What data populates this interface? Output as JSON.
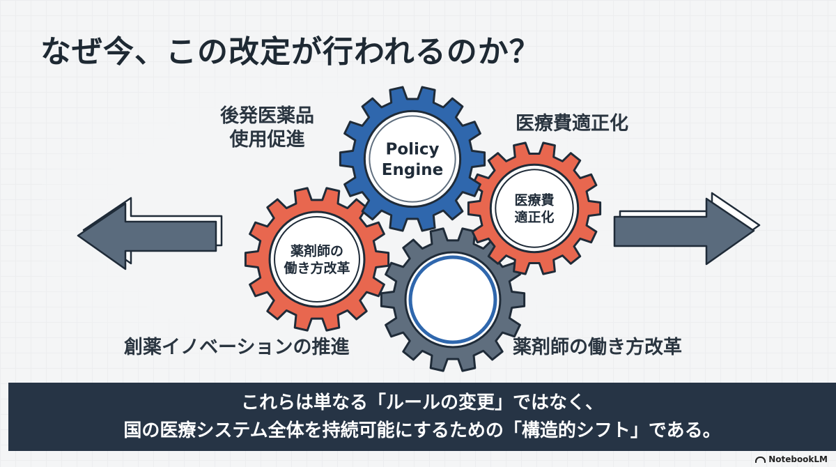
{
  "title": "なぜ今、この改定が行われるのか？",
  "labels": {
    "generic_drug": [
      "後発医薬品",
      "使用促進"
    ],
    "cost_optimization": "医療費適正化",
    "drug_innovation": "創薬イノベーションの推進",
    "pharmacist_reform": "薬剤師の働き方改革"
  },
  "gears": {
    "policy_engine": [
      "Policy",
      "Engine"
    ],
    "cost_gear": [
      "医療費",
      "適正化"
    ],
    "pharmacist_gear": [
      "薬剤師の",
      "働き方改革"
    ],
    "gray_gear": []
  },
  "banner": {
    "line1": "これらは単なる「ルールの変更」ではなく、",
    "line2": "国の医療システム全体を持続可能にするための「構造的シフト」である。"
  },
  "brand": "NotebookLM",
  "colors": {
    "blue": "#2f67ad",
    "orange": "#e8674f",
    "gray": "#5f6e7e",
    "arrow": "#5a6b7d",
    "banner": "#263445"
  }
}
